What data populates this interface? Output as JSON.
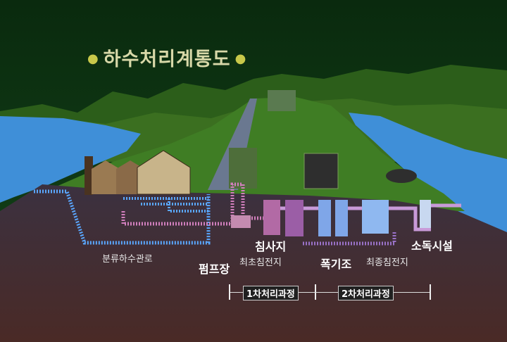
{
  "title": "하수처리계통도",
  "labels": {
    "sewer": "분류하수관로",
    "pump": "펌프장",
    "grit": "침사지",
    "primary": "최초침전지",
    "aeration": "폭기조",
    "final": "최종침전지",
    "disinfect": "소독시설"
  },
  "stages": {
    "first": "1차처리과정",
    "second": "2차처리과정"
  },
  "colors": {
    "sky": "#0b3a12",
    "land": "#3f7a1f",
    "river": "#3f8fd8",
    "ground": "#3a2d3f",
    "pipe_blue": "#5aa7ff",
    "pipe_pink": "#d17fbd"
  }
}
